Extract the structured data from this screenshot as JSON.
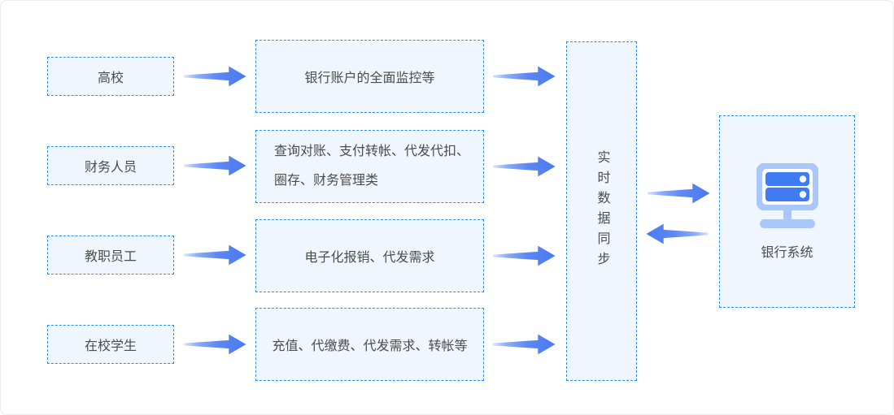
{
  "diagram": {
    "rows": [
      {
        "actor": "高校",
        "service_lines": [
          "银行账户的全面监控等"
        ]
      },
      {
        "actor": "财务人员",
        "service_lines": [
          "查询对账、支付转帐、代发代扣、",
          "圈存、财务管理类"
        ]
      },
      {
        "actor": "教职员工",
        "service_lines": [
          "电子化报销、代发需求"
        ]
      },
      {
        "actor": "在校学生",
        "service_lines": [
          "充值、代缴费、代发需求、转帐等"
        ]
      }
    ],
    "sync_label": "实时数据同步",
    "bank": {
      "label": "银行系统",
      "icon": "server-icon"
    },
    "colors": {
      "border_blue": "#2b8df0",
      "box_fill": "#f0f6fd",
      "arrow_blue": "#4a7af0",
      "arrow_tail_blue": "#d9e5fc",
      "icon_light_blue": "#a9c7f8",
      "icon_dark_blue": "#3f7cf4",
      "text": "#4c4c4c"
    }
  }
}
